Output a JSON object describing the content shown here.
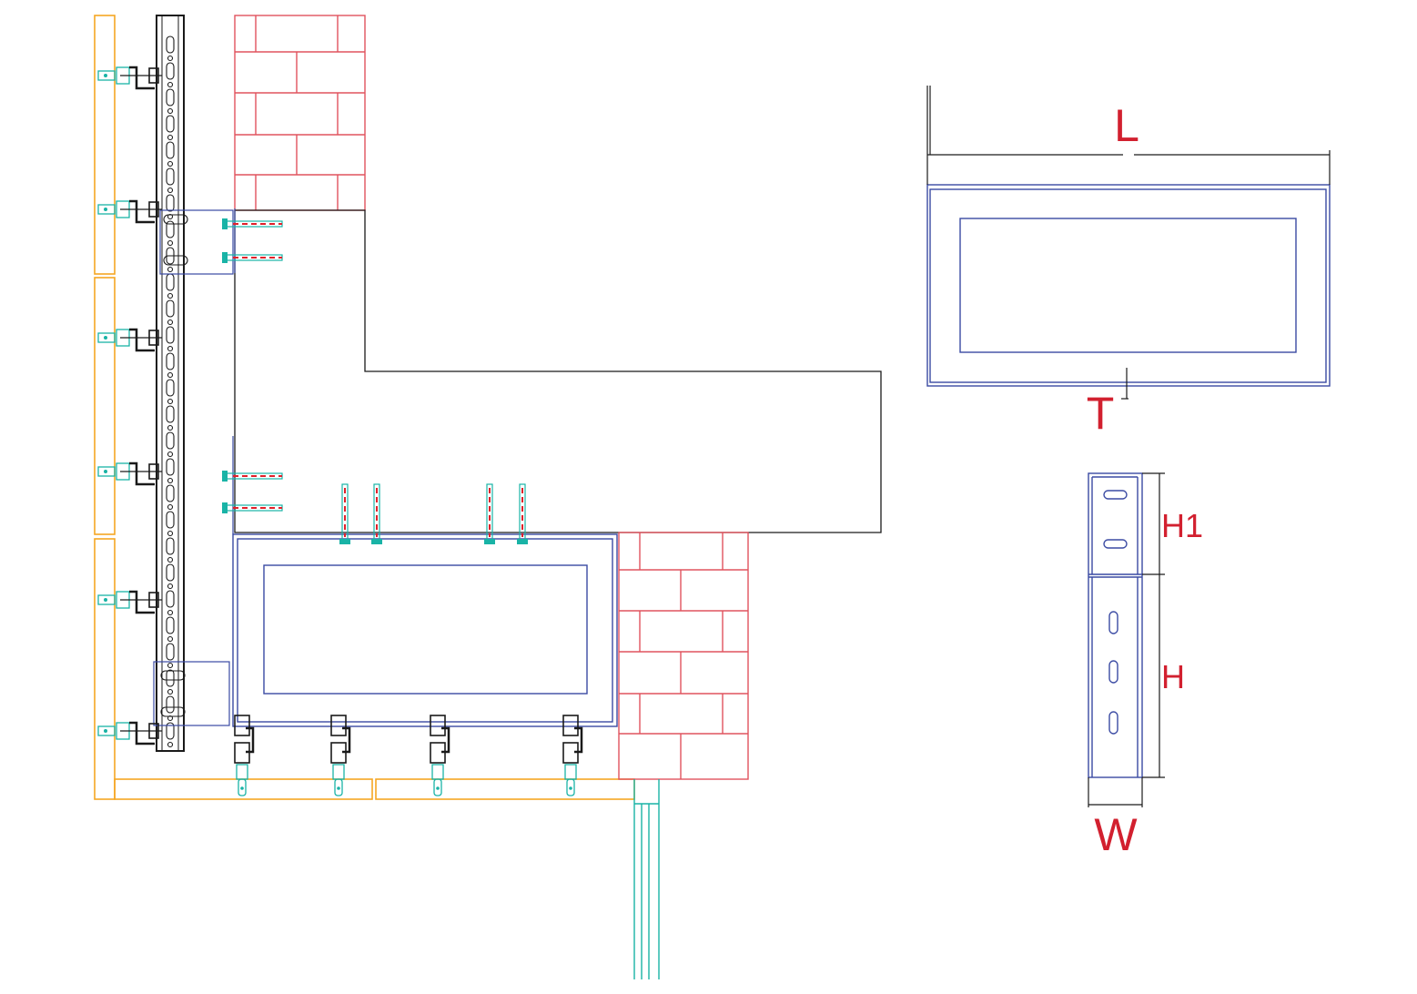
{
  "colors": {
    "steel": "#1a1a1a",
    "blue_outline": "#3a4aa3",
    "brick": "#e0535e",
    "panel": "#f5a623",
    "clip": "#19b3a6",
    "bolt_red": "#e0202a",
    "label_red": "#d2202f"
  },
  "labels": {
    "length": "L",
    "thickness": "T",
    "height_upper": "H1",
    "height": "H",
    "width": "W"
  }
}
